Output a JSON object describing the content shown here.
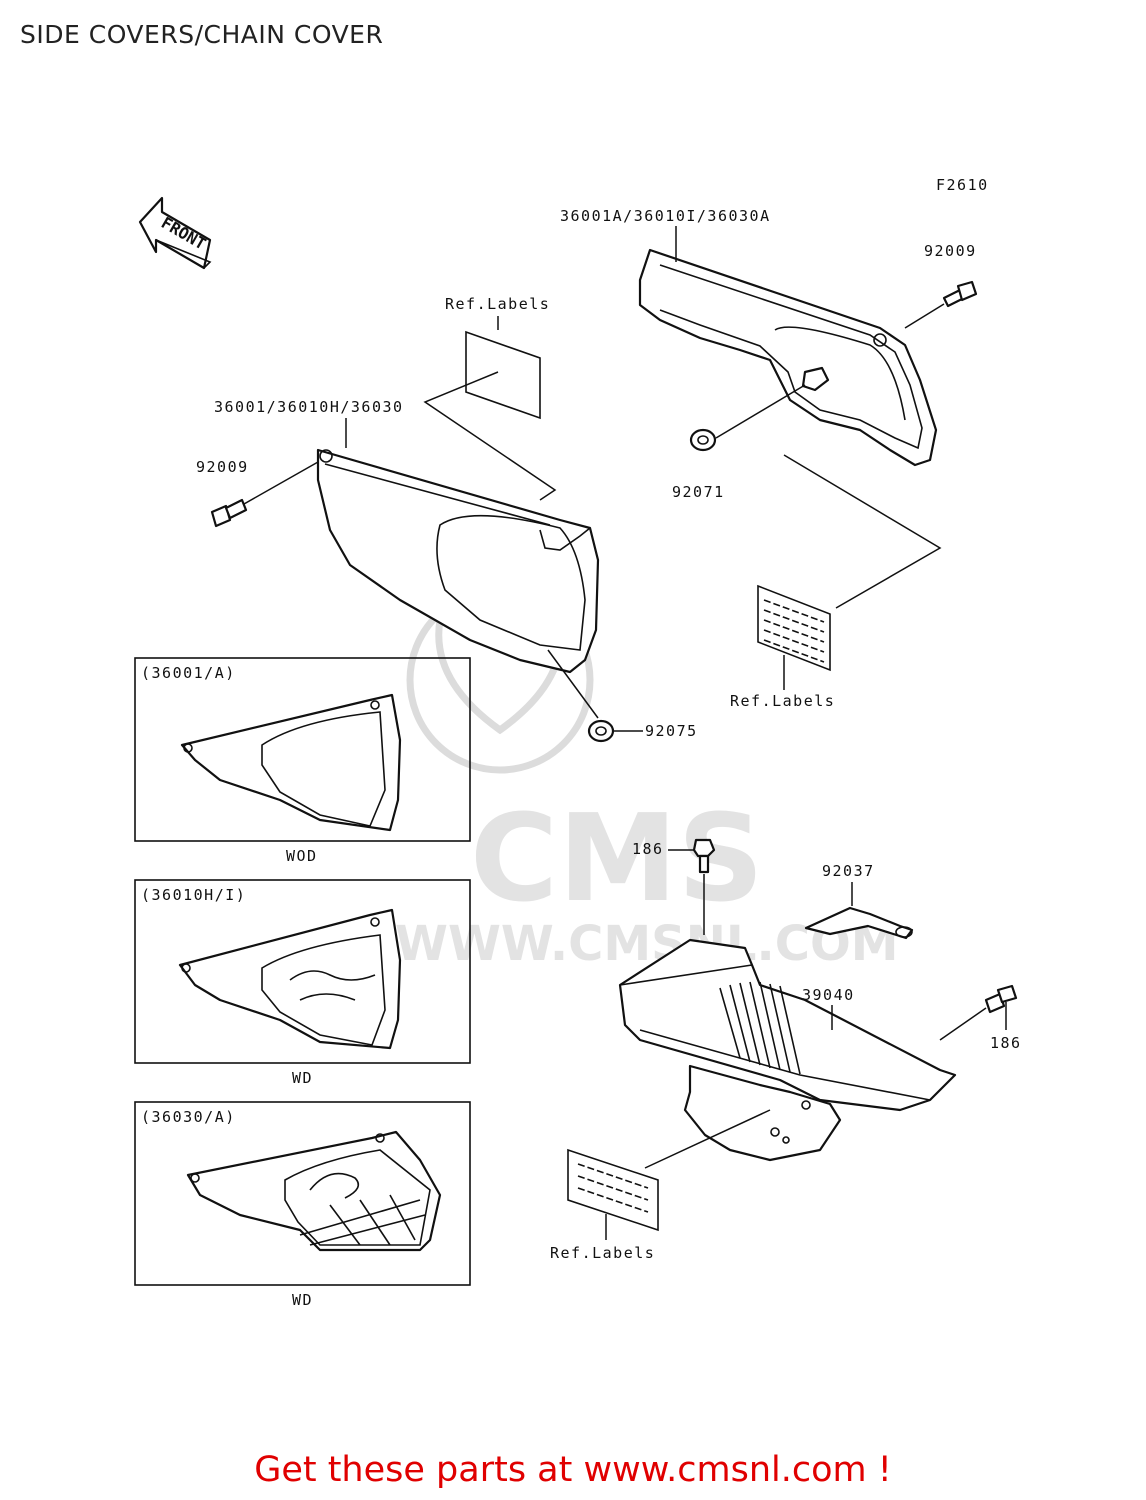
{
  "page": {
    "title": "SIDE COVERS/CHAIN COVER",
    "promo": "Get these parts at www.cmsnl.com !"
  },
  "diagram": {
    "figure_code": "F2610",
    "front_label": "FRONT",
    "callouts": {
      "right_cover": "36001A/36010I/36030A",
      "bolt_right": "92009",
      "ref_labels_top": "Ref.Labels",
      "left_cover": "36001/36010H/36030",
      "bolt_left": "92009",
      "grommet_top": "92071",
      "ref_labels_right": "Ref.Labels",
      "grommet_left": "92075",
      "bolt_186_top": "186",
      "clamp": "92037",
      "chain_cover": "39040",
      "bolt_186_right": "186",
      "ref_labels_bottom": "Ref.Labels"
    },
    "variants": [
      {
        "code": "(36001/A)",
        "color": "WOD"
      },
      {
        "code": "(36010H/I)",
        "color": "WD"
      },
      {
        "code": "(36030/A)",
        "color": "WD"
      }
    ]
  },
  "watermark": {
    "text": "CMS",
    "url": "WWW.CMSNL.COM"
  }
}
